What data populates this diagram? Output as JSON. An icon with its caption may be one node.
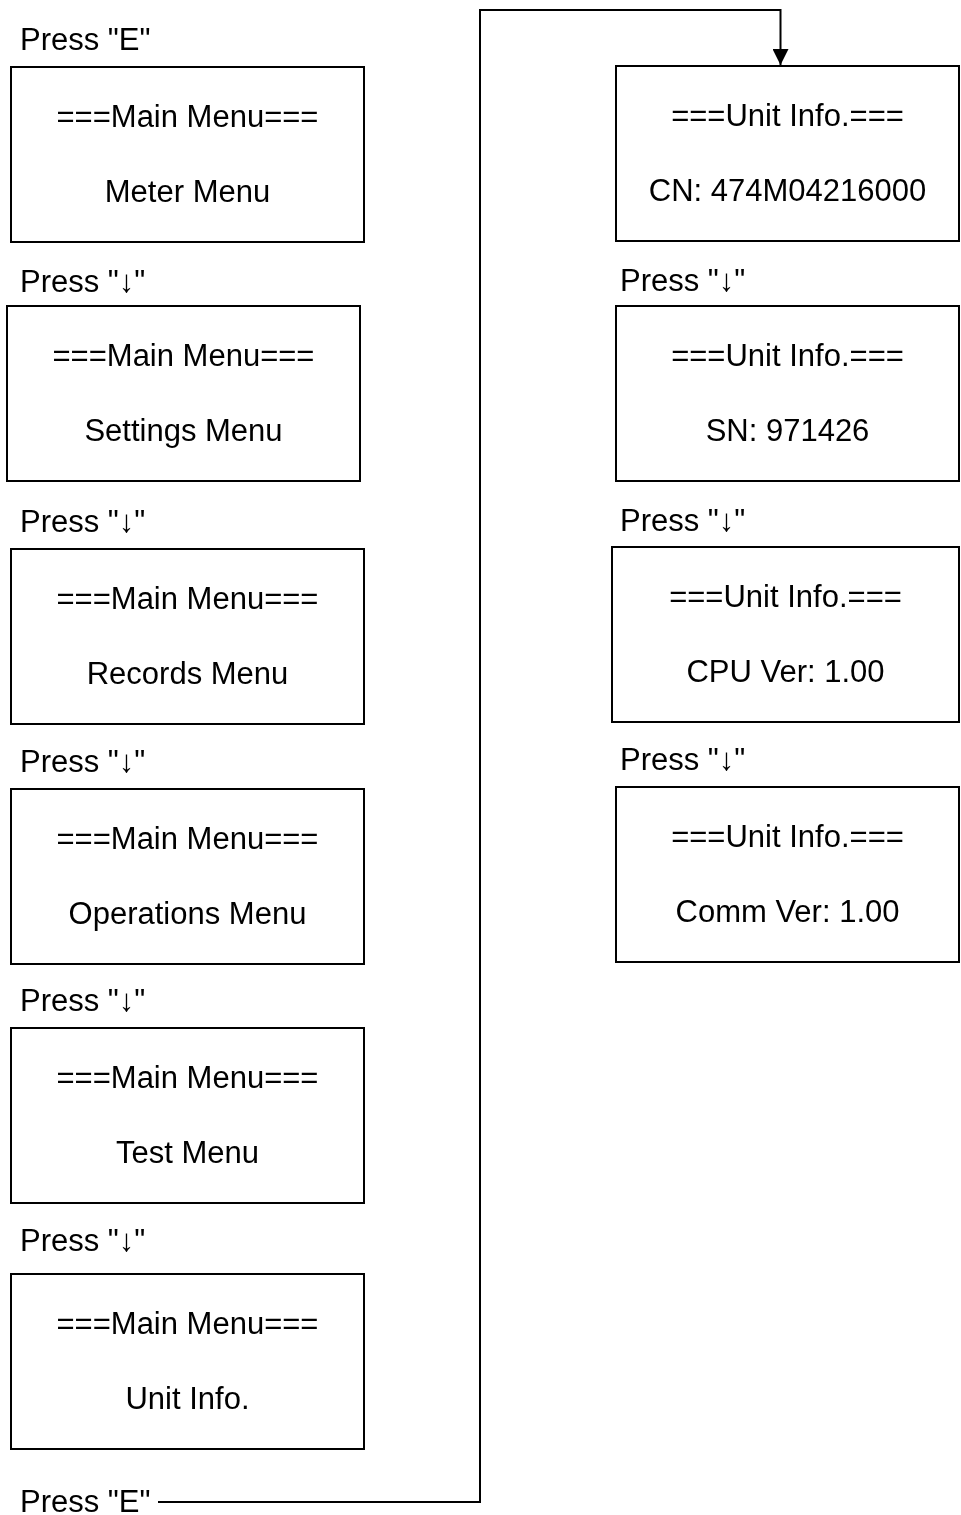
{
  "diagram": {
    "nodes": [
      {
        "text": [
          "===Main Menu===",
          "Meter Menu"
        ]
      },
      {
        "text": [
          "===Main Menu===",
          "Settings Menu"
        ]
      },
      {
        "text": [
          "===Main Menu===",
          "Records Menu"
        ]
      },
      {
        "text": [
          "===Main Menu===",
          "Operations Menu"
        ]
      },
      {
        "text": [
          "===Main Menu===",
          "Test Menu"
        ]
      },
      {
        "text": [
          "===Main Menu===",
          "Unit Info."
        ]
      },
      {
        "text": [
          "Press \"E\""
        ]
      },
      {
        "text": [
          "===Unit Info.===",
          "CN: 474M04216000"
        ]
      },
      {
        "text": [
          "===Unit Info.===",
          "SN: 971426"
        ]
      },
      {
        "text": [
          "===Unit Info.===",
          "CPU Ver: 1.00"
        ]
      },
      {
        "text": [
          "===Unit Info.===",
          "Comm Ver: 1.00"
        ]
      }
    ],
    "edges": [
      {
        "from": 6,
        "to": 7,
        "arrow": "to"
      }
    ],
    "labels": [
      "Press \"E\"",
      "Press \"↓\"",
      "Press \"↓\"",
      "Press \"↓\"",
      "Press \"↓\"",
      "Press \"↓\"",
      "Press \"↓\"",
      "Press \"↓\"",
      "Press \"↓\""
    ]
  }
}
